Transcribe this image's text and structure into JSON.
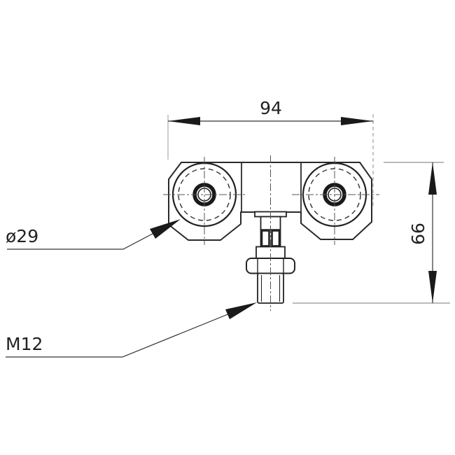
{
  "drawing": {
    "background_color": "#ffffff",
    "line_color": "#222222",
    "dimensions": {
      "overall_width": "94",
      "overall_height": "66",
      "roller_diameter": "ø29",
      "thread_size": "M12"
    }
  }
}
